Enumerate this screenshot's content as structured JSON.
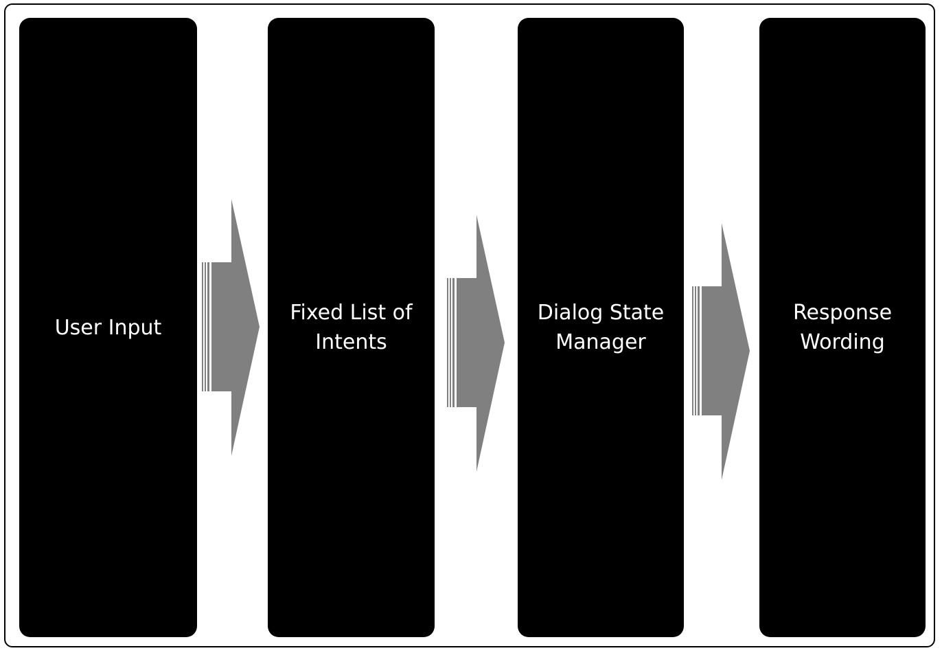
{
  "diagram": {
    "stages": [
      {
        "label": "User Input"
      },
      {
        "label": "Fixed List of Intents"
      },
      {
        "label": "Dialog State Manager"
      },
      {
        "label": "Response Wording"
      }
    ],
    "colors": {
      "stage_fill": "#000000",
      "stage_text": "#ffffff",
      "arrow_fill": "#808080",
      "frame_border": "#000000"
    },
    "connector_icon": "striped-right-arrow"
  }
}
